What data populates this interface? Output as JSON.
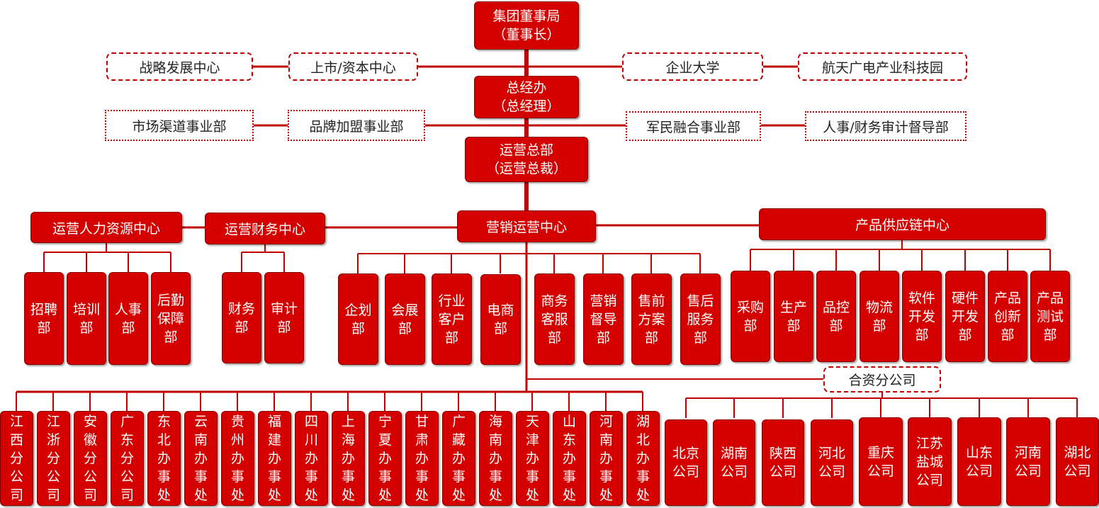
{
  "top": {
    "board_line1": "集团董事局",
    "board_line2": "（董事长）",
    "gm_line1": "总经办",
    "gm_line2": "（总经理）",
    "ops_line1": "运营总部",
    "ops_line2": "（运营总裁）"
  },
  "board_side": [
    "战略发展中心",
    "上市/资本中心",
    "企业大学",
    "航天广电产业科技园"
  ],
  "gm_side": [
    "市场渠道事业部",
    "品牌加盟事业部",
    "军民融合事业部",
    "人事/财务审计督导部"
  ],
  "centers": {
    "hr": "运营人力资源中心",
    "finance": "运营财务中心",
    "marketing": "营销运营中心",
    "supply": "产品供应链中心"
  },
  "hr_depts": [
    "招聘部",
    "培训部",
    "人事部",
    "后勤保障部"
  ],
  "finance_depts": [
    "财务部",
    "审计部"
  ],
  "marketing_depts": [
    "企划部",
    "会展部",
    "行业客户部",
    "电商部",
    "商务客服部",
    "营销督导部",
    "售前方案部",
    "售后服务部"
  ],
  "supply_depts": [
    "采购部",
    "生产部",
    "品控部",
    "物流部",
    "软件开发部",
    "硬件开发部",
    "产品创新部",
    "产品测试部"
  ],
  "jv_label": "合资分公司",
  "branches": [
    "江西分公司",
    "江浙分公司",
    "安徽分公司",
    "广东分公司",
    "东北办事处",
    "云南办事处",
    "贵州办事处",
    "福建办事处",
    "四川办事处",
    "上海办事处",
    "宁夏办事处",
    "甘肃办事处",
    "广藏办事处",
    "海南办事处",
    "天津办事处",
    "山东办事处",
    "河南办事处",
    "湖北办事处"
  ],
  "jv_companies": [
    "北京公司",
    "湖南公司",
    "陕西公司",
    "河北公司",
    "重庆公司",
    "江苏盐城公司",
    "山东公司",
    "河南公司",
    "湖北公司"
  ],
  "colors": {
    "box": "#d40000",
    "line": "#c00000"
  }
}
